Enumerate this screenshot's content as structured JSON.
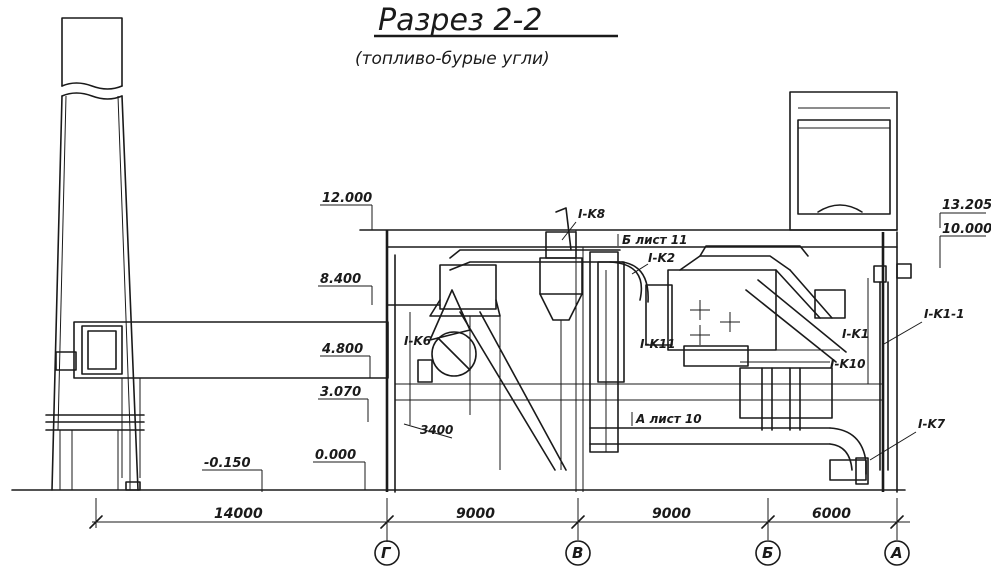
{
  "title": "Разрез 2-2",
  "subtitle": "(топливо-бурые угли)",
  "levels": {
    "l_12000": "12.000",
    "l_8400": "8.400",
    "l_4800": "4.800",
    "l_3070": "3.070",
    "l_0000": "0.000",
    "l_m0150": "-0.150",
    "l_13205": "13.205",
    "l_10000": "10.000"
  },
  "dimensions": {
    "d_14000": "14000",
    "d_9000a": "9000",
    "d_9000b": "9000",
    "d_6000": "6000",
    "d_3400": "3400"
  },
  "axes": {
    "g": "Г",
    "v": "В",
    "b": "Б",
    "a": "А"
  },
  "tags": {
    "k8": "I-K8",
    "k2": "I-K2",
    "k6": "I-K6",
    "k11": "I-K11",
    "k1": "I-K1",
    "k10": "I-K10",
    "k7": "I-K7",
    "k_1": "I-K1-1",
    "sheet11": "Б лист 11",
    "sheet10": "А лист 10"
  }
}
